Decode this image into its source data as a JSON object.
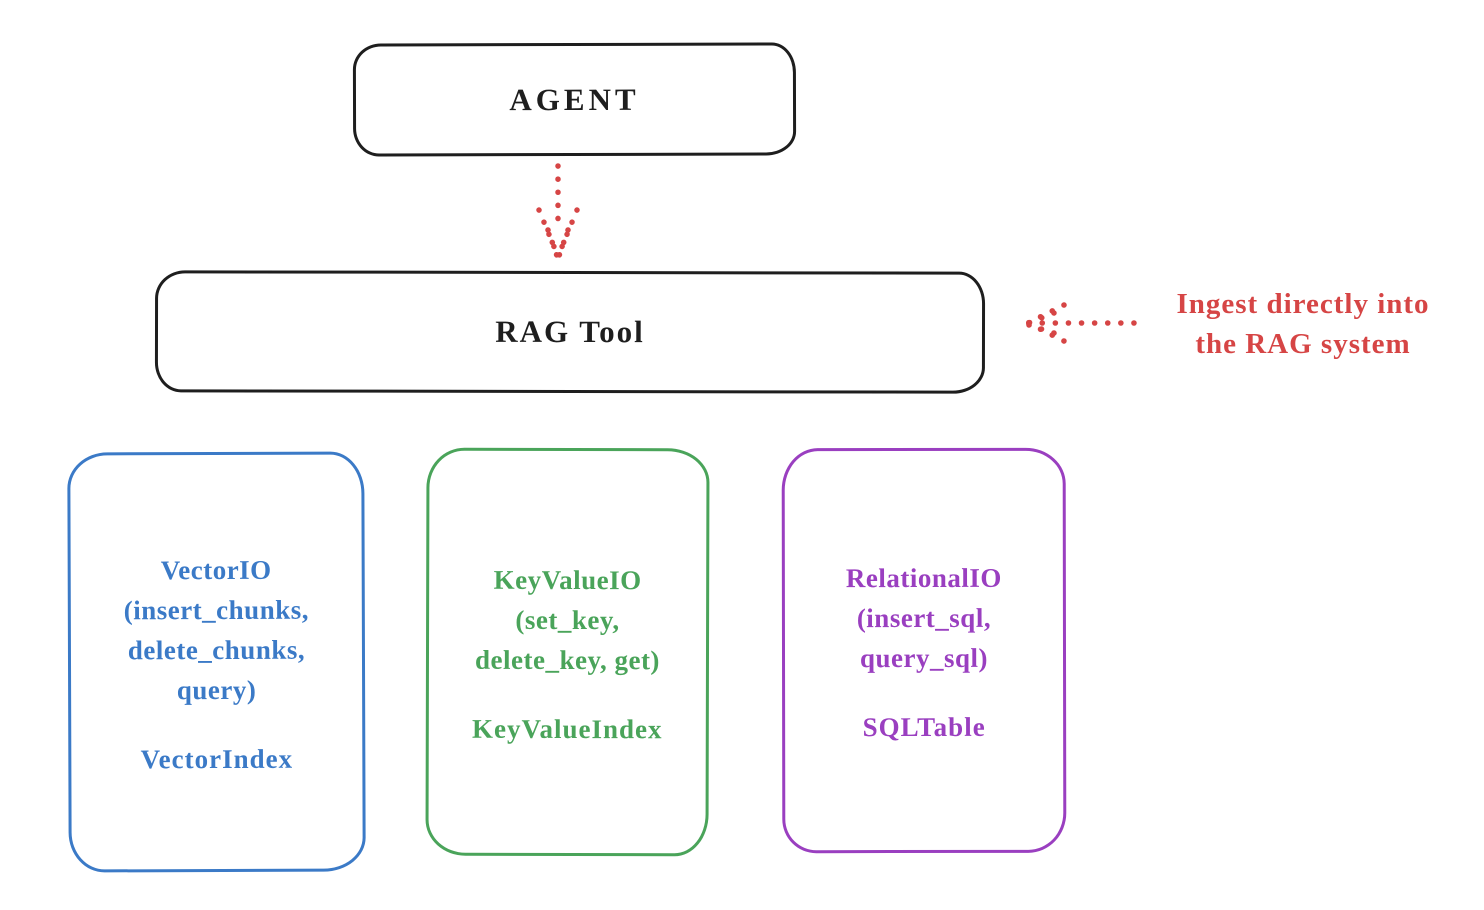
{
  "colors": {
    "ink": "#1e1e1e",
    "red": "#d64545",
    "blue": "#3b7ac7",
    "green": "#4aa45a",
    "purple": "#9a3fc0",
    "background": "#ffffff"
  },
  "diagram": {
    "agent": {
      "label": "AGENT"
    },
    "rag": {
      "label": "RAG Tool"
    },
    "annotation": {
      "text": "Ingest directly into\nthe RAG system"
    },
    "io_boxes": [
      {
        "name": "vector-io",
        "color": "#3b7ac7",
        "body": "VectorIO\n(insert_chunks,\ndelete_chunks,\nquery)",
        "index": "VectorIndex"
      },
      {
        "name": "keyvalue-io",
        "color": "#4aa45a",
        "body": "KeyValueIO\n(set_key,\ndelete_key, get)",
        "index": "KeyValueIndex"
      },
      {
        "name": "relational-io",
        "color": "#9a3fc0",
        "body": "RelationalIO\n(insert_sql,\nquery_sql)",
        "index": "SQLTable"
      }
    ]
  }
}
